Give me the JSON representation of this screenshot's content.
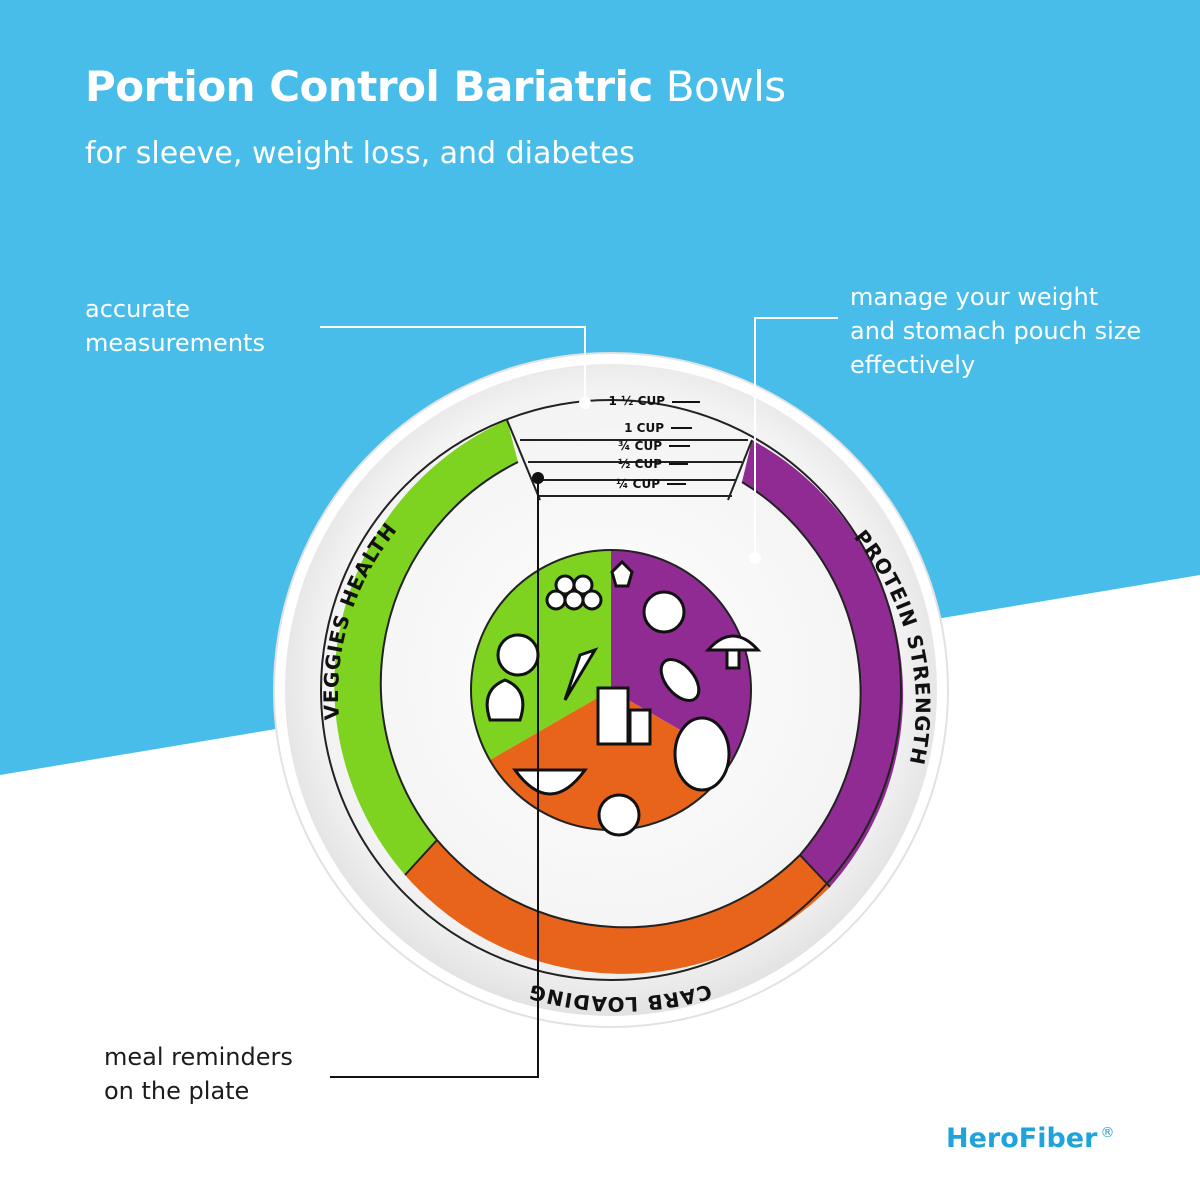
{
  "header": {
    "title_bold": "Portion Control Bariatric",
    "title_light": "Bowls",
    "subtitle": "for sleeve, weight loss, and diabetes"
  },
  "callouts": {
    "measurements": [
      "accurate",
      "measurements"
    ],
    "weight": [
      "manage your weight",
      "and stomach pouch size",
      "effectively"
    ],
    "reminders": [
      "meal reminders",
      "on the plate"
    ]
  },
  "bowl": {
    "cup_marks": [
      "1 ½ CUP",
      "1 CUP",
      "¾ CUP",
      "½ CUP",
      "¼ CUP"
    ],
    "bands": {
      "veggies": "VEGGIES HEALTH",
      "protein": "PROTEIN STRENGTH",
      "carb": "CARB LOADING"
    },
    "icons": [
      "grapes-icon",
      "leaf-icon",
      "apple-icon",
      "carrot-icon",
      "garlic-icon",
      "peach-icon",
      "mushroom-icon",
      "eggplant-icon",
      "milk-carton-icon",
      "glass-icon",
      "pineapple-icon",
      "kiwi-icon",
      "salad-bowl-icon"
    ]
  },
  "brand": {
    "name": "HeroFiber",
    "mark": "®"
  },
  "colors": {
    "sky": "#48bdea",
    "veggies": "#7dd31f",
    "protein": "#8f2b93",
    "carb": "#e8641a",
    "brand": "#1fa3db"
  }
}
